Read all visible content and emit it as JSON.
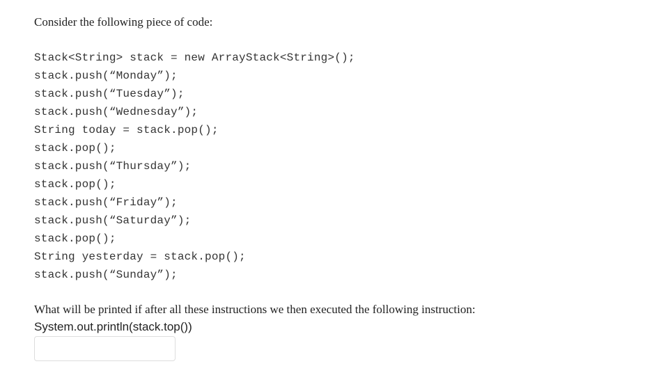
{
  "question": {
    "intro": "Consider the following piece of code:",
    "code_lines": [
      "Stack<String> stack = new ArrayStack<String>();",
      "stack.push(“Monday”);",
      "stack.push(“Tuesday”);",
      "stack.push(“Wednesday”);",
      "String today = stack.pop();",
      "stack.pop();",
      "stack.push(“Thursday”);",
      "stack.pop();",
      "stack.push(“Friday”);",
      "stack.push(“Saturday”);",
      "stack.pop();",
      "String yesterday = stack.pop();",
      "stack.push(“Sunday”);"
    ],
    "prompt": "What will be printed if after all these instructions we then executed the following instruction:",
    "instruction": "System.out.println(stack.top())"
  },
  "answer": {
    "value": "",
    "placeholder": ""
  }
}
